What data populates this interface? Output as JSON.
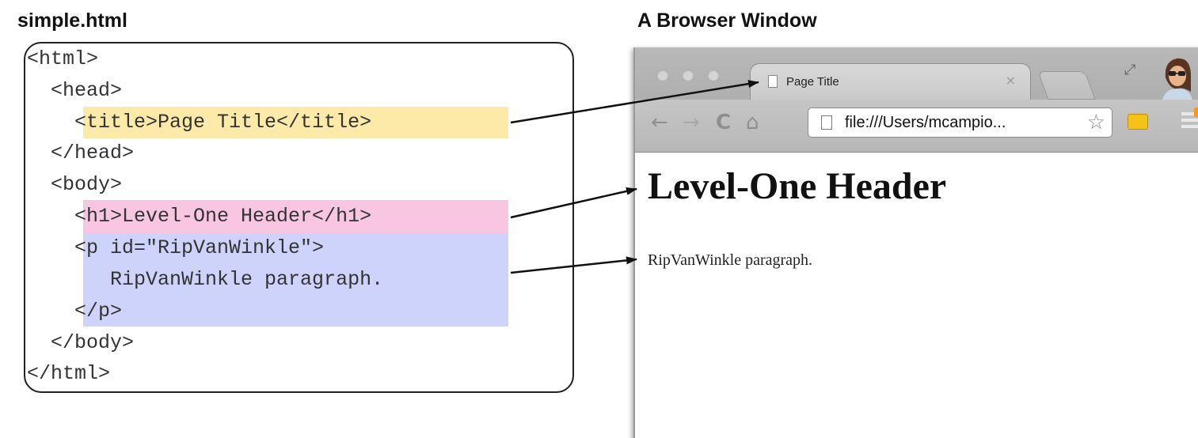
{
  "file_title": "simple.html",
  "browser_title": "A Browser Window",
  "code_lines": [
    "<html>",
    "  <head>",
    "    <title>Page Title</title>",
    "  </head>",
    "  <body>",
    "    <h1>Level-One Header</h1>",
    "    <p id=\"RipVanWinkle\">",
    "       RipVanWinkle paragraph.",
    "    </p>",
    "  </body>",
    "</html>"
  ],
  "highlight_colors": {
    "title": "#fde9a8",
    "h1": "#f8c6e1",
    "p": "#cdd3fa"
  },
  "browser": {
    "tab_label": "Page Title",
    "tab_close": "×",
    "address": "file:///Users/mcampio...",
    "icons": [
      "back-arrow-icon",
      "forward-arrow-icon",
      "reload-icon",
      "home-icon",
      "document-icon",
      "star-icon",
      "extension-icon",
      "menu-icon",
      "avatar",
      "resize-icon"
    ],
    "page_heading": "Level-One Header",
    "page_paragraph": "RipVanWinkle paragraph."
  }
}
